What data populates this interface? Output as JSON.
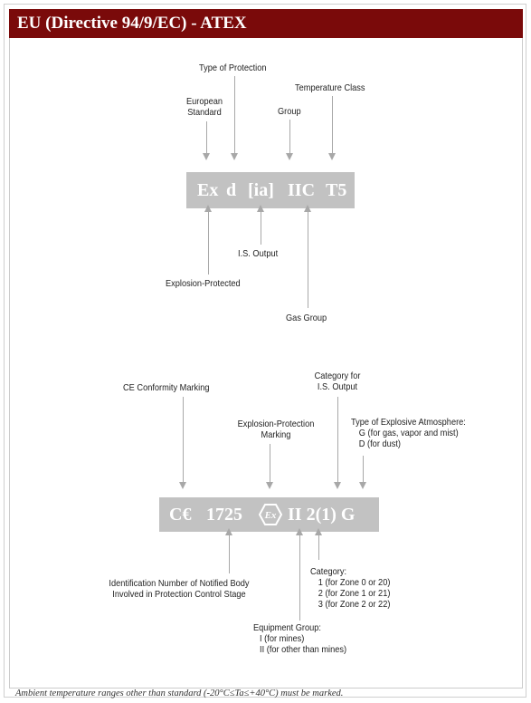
{
  "title": "EU (Directive 94/9/EC) - ATEX",
  "marking1": {
    "parts": [
      "Ex",
      "d",
      "[ia]",
      "IIC",
      "T5"
    ],
    "labels_above": {
      "type_of_protection": "Type of Protection",
      "european_standard": [
        "European",
        "Standard"
      ],
      "group": "Group",
      "temperature_class": "Temperature Class"
    },
    "labels_below": {
      "is_output": "I.S. Output",
      "explosion_protected": "Explosion-Protected",
      "gas_group": "Gas Group"
    }
  },
  "marking2": {
    "ce": "C€",
    "notified_body": "1725",
    "ex_symbol": "Ex",
    "group_category": "II 2(1) G",
    "labels_above": {
      "ce_marking": "CE Conformity Marking",
      "category_is": [
        "Category for",
        "I.S. Output"
      ],
      "explosion_protection": [
        "Explosion-Protection",
        "Marking"
      ],
      "atmosphere_type": [
        "Type of Explosive Atmosphere:",
        "G (for gas, vapor and mist)",
        "D (for dust)"
      ]
    },
    "labels_below": {
      "notified_body_id": [
        "Identification Number of Notified Body",
        "Involved in Protection Control Stage"
      ],
      "category": [
        "Category:",
        "1 (for Zone 0 or 20)",
        "2 (for Zone 1 or 21)",
        "3 (for Zone 2 or 22)"
      ],
      "equipment_group": [
        "Equipment Group:",
        "I (for mines)",
        "II (for other than mines)"
      ]
    }
  },
  "footnote": "Ambient temperature ranges other than standard (-20°C≤Ta≤+40°C) must be marked."
}
